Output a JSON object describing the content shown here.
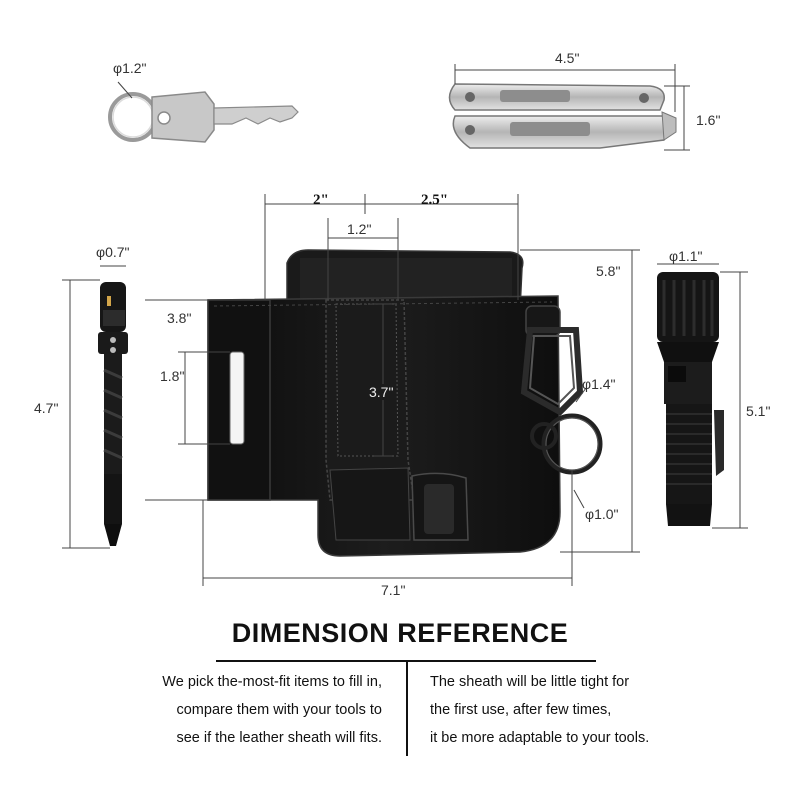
{
  "image": {
    "headline": "DIMENSION REFERENCE",
    "note_left": [
      "We pick the-most-fit items to fill in,",
      "compare them with your tools to",
      "see if the leather sheath will fits."
    ],
    "note_right": [
      "The sheath will be little tight for",
      "the first use, after few times,",
      "it be more adaptable to your tools."
    ],
    "dimensions": {
      "keyring": "φ1.2\"",
      "multitool_width": "4.5\"",
      "multitool_height": "1.6\"",
      "pocket_left_width": "2\"",
      "pocket_right_width": "2.5\"",
      "top_opening": "1.2\"",
      "sheath_height": "5.8\"",
      "left_panel_height": "3.8\"",
      "belt_slot": "1.8\"",
      "pen_pocket_depth": "3.7\"",
      "ring_large": "φ1.4\"",
      "ring_small": "φ1.0\"",
      "sheath_width": "7.1\"",
      "pen_diameter": "φ0.7\"",
      "pen_length": "4.7\"",
      "flashlight_diameter": "φ1.1\"",
      "flashlight_length": "5.1\""
    },
    "colors": {
      "leather": "#141414",
      "steel": "#c9c9c9",
      "text": "#111111"
    }
  }
}
